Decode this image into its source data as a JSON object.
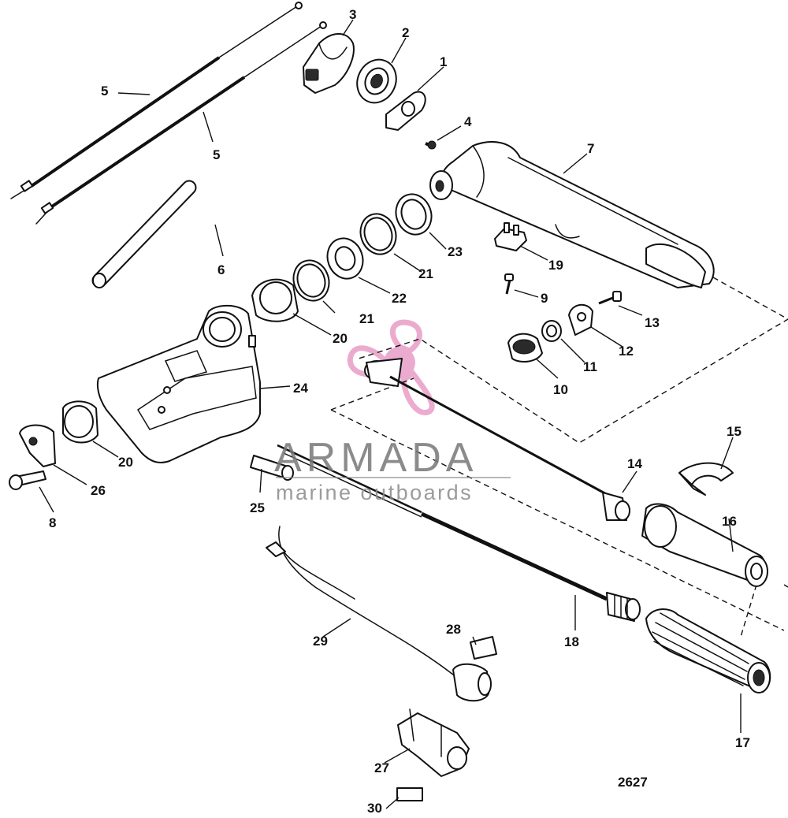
{
  "figure_number": "2627",
  "watermark": {
    "brand": "ARMADA",
    "tagline": "marine outboards",
    "logo_icon": "propeller-logo-icon",
    "logo_color": "#e58fc0",
    "text_color": "#777777"
  },
  "callouts": [
    {
      "id": "1",
      "text": "1"
    },
    {
      "id": "2",
      "text": "2"
    },
    {
      "id": "3",
      "text": "3"
    },
    {
      "id": "4",
      "text": "4"
    },
    {
      "id": "5a",
      "text": "5"
    },
    {
      "id": "5b",
      "text": "5"
    },
    {
      "id": "6",
      "text": "6"
    },
    {
      "id": "7",
      "text": "7"
    },
    {
      "id": "8",
      "text": "8"
    },
    {
      "id": "9",
      "text": "9"
    },
    {
      "id": "10",
      "text": "10"
    },
    {
      "id": "11",
      "text": "11"
    },
    {
      "id": "12",
      "text": "12"
    },
    {
      "id": "13",
      "text": "13"
    },
    {
      "id": "14",
      "text": "14"
    },
    {
      "id": "15",
      "text": "15"
    },
    {
      "id": "16",
      "text": "16"
    },
    {
      "id": "17",
      "text": "17"
    },
    {
      "id": "18",
      "text": "18"
    },
    {
      "id": "19",
      "text": "19"
    },
    {
      "id": "20a",
      "text": "20"
    },
    {
      "id": "20b",
      "text": "20"
    },
    {
      "id": "21a",
      "text": "21"
    },
    {
      "id": "21b",
      "text": "21"
    },
    {
      "id": "22",
      "text": "22"
    },
    {
      "id": "23",
      "text": "23"
    },
    {
      "id": "24",
      "text": "24"
    },
    {
      "id": "25",
      "text": "25"
    },
    {
      "id": "26",
      "text": "26"
    },
    {
      "id": "27",
      "text": "27"
    },
    {
      "id": "28",
      "text": "28"
    },
    {
      "id": "29",
      "text": "29"
    },
    {
      "id": "30",
      "text": "30"
    }
  ]
}
